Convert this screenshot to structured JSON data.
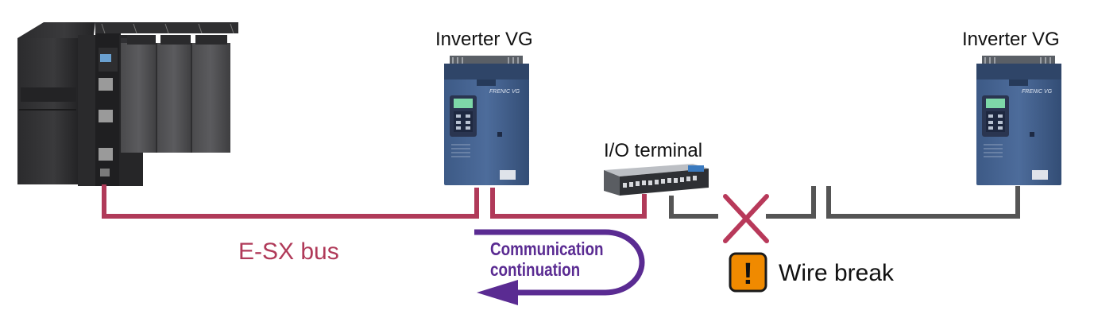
{
  "devices": {
    "inverter_left": {
      "label": "Inverter VG",
      "model_text": "FRENIC VG"
    },
    "inverter_right": {
      "label": "Inverter VG",
      "model_text": "FRENIC VG"
    },
    "io_terminal": {
      "label": "I/O terminal"
    }
  },
  "bus": {
    "label": "E-SX bus",
    "color": "#b03a59"
  },
  "communication": {
    "line1": "Communication",
    "line2": "continuation",
    "color": "#5a2b92"
  },
  "fault": {
    "label": "Wire break",
    "icon": "warning-icon",
    "icon_symbol": "!",
    "icon_color": "#f08a00",
    "mark_color": "#b8395a"
  },
  "cable_color": "#555555"
}
